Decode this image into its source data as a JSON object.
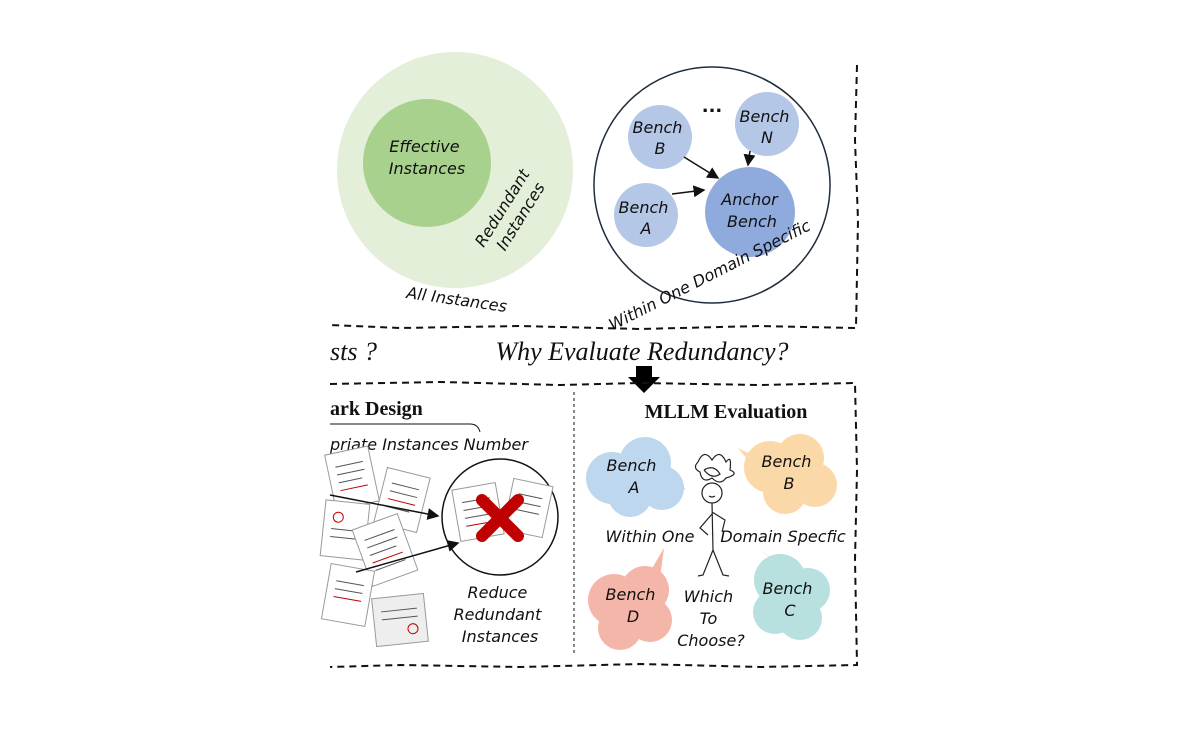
{
  "venn": {
    "inner_label": [
      "Effective",
      "Instances"
    ],
    "middle_label": [
      "Redundant",
      "Instances"
    ],
    "outer_label": "All Instances"
  },
  "bench_cluster": {
    "bench_b": [
      "Bench",
      "B"
    ],
    "bench_n": [
      "Bench",
      "N"
    ],
    "bench_a": [
      "Bench",
      "A"
    ],
    "anchor": [
      "Anchor",
      "Bench"
    ],
    "ellipsis": "...",
    "caption": "Within One Domain Specific"
  },
  "middle": {
    "left_partial": "sts ?",
    "question": "Why Evaluate Redundancy?"
  },
  "benchmark_design": {
    "title": "ark Design",
    "subtitle": "priate Instances Number",
    "reduce_label": [
      "Reduce",
      "Redundant",
      "Instances"
    ]
  },
  "mllm_evaluation": {
    "title": "MLLM Evaluation",
    "bench_a": [
      "Bench",
      "A"
    ],
    "bench_b": [
      "Bench",
      "B"
    ],
    "bench_c": [
      "Bench",
      "C"
    ],
    "bench_d": [
      "Bench",
      "D"
    ],
    "within_left": "Within One",
    "within_right": "Domain Specfic",
    "which": [
      "Which",
      "To",
      "Choose?"
    ]
  },
  "colors": {
    "venn_outer": "#e3efd9",
    "venn_inner": "#a9d18e",
    "bench_node": "#b4c7e7",
    "anchor_node": "#8faadc",
    "cloud_blue": "#bdd7ee",
    "cloud_orange": "#fbd8a8",
    "cloud_red": "#f4b6a8",
    "cloud_teal": "#b8e0df",
    "cross_red": "#c00000"
  }
}
